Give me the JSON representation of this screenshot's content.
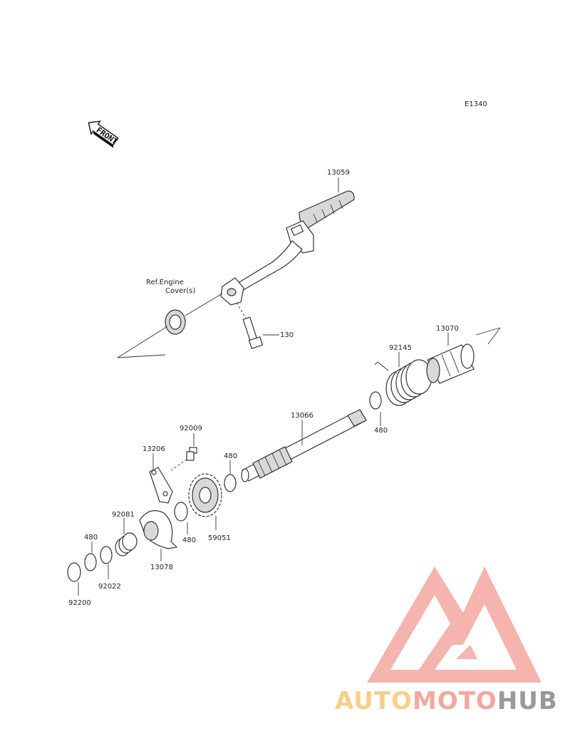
{
  "diagram_code": "E1340",
  "front_label": "FRONT",
  "ref_note_line1": "Ref.Engine",
  "ref_note_line2": "Cover(s)",
  "parts": {
    "p13059": "13059",
    "p130": "130",
    "p13070": "13070",
    "p92145": "92145",
    "p13066": "13066",
    "p480_a": "480",
    "p92009": "92009",
    "p13206": "13206",
    "p480_b": "480",
    "p92081": "92081",
    "p480_c": "480",
    "p59051": "59051",
    "p480_d": "480",
    "p13078": "13078",
    "p92022": "92022",
    "p92200": "92200"
  },
  "watermark": {
    "part1": "AUTO",
    "part2": "MOTO",
    "part3": "HUB"
  },
  "colors": {
    "logo_red": "#f4a79f",
    "logo_orange": "#f6cf8d",
    "logo_gray": "#999999"
  }
}
